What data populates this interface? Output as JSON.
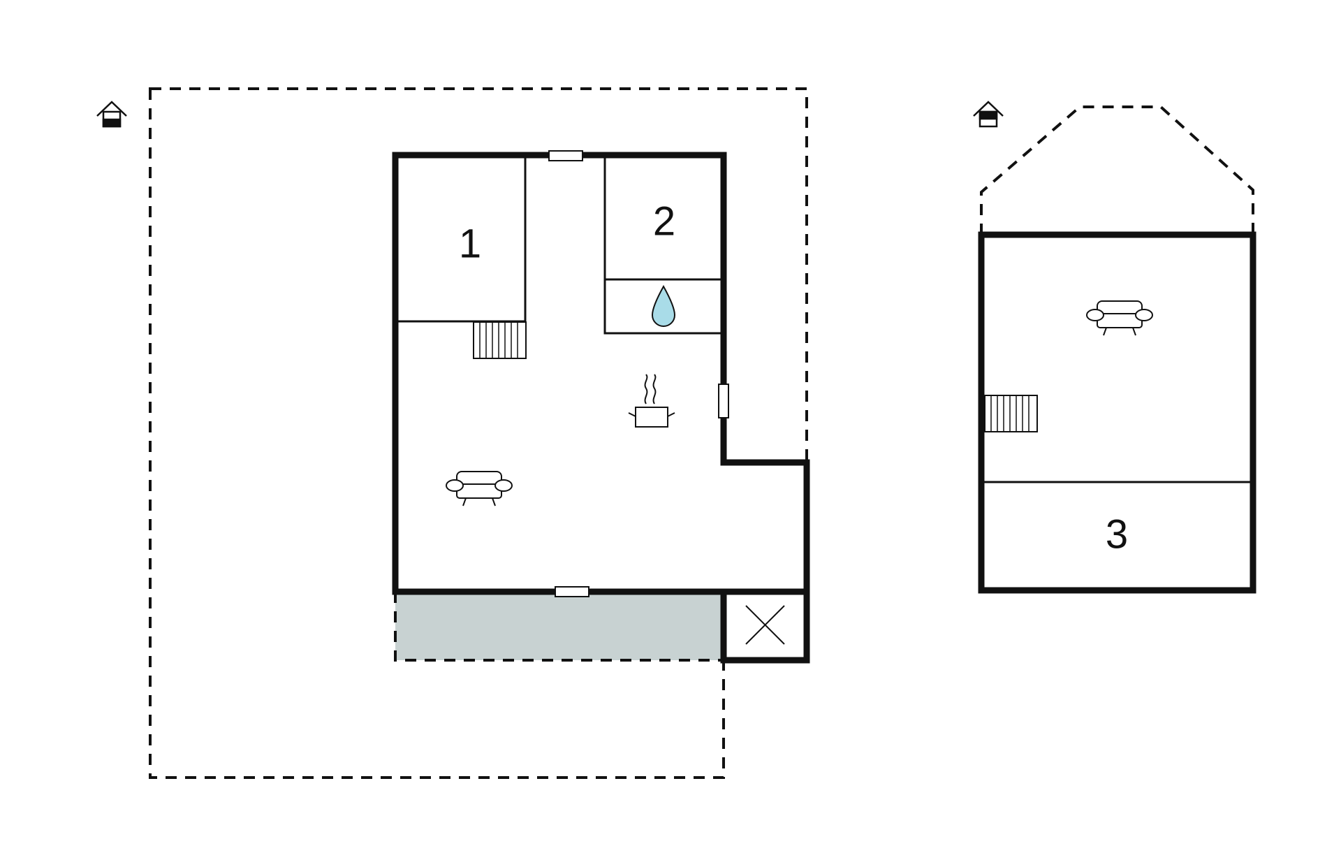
{
  "colors": {
    "wall": "#111111",
    "outdoor_area": "#e9eeee",
    "terrace": "#c8d2d2",
    "water": "#a9dce8",
    "background": "#ffffff"
  },
  "floors": [
    {
      "name": "ground-floor",
      "level_icon": "ground-floor-house-icon",
      "rooms": [
        {
          "label": "1",
          "type": "bedroom"
        },
        {
          "label": "2",
          "type": "bedroom"
        }
      ],
      "icons": [
        "water-drop-icon",
        "cooking-pot-icon",
        "sofa-icon",
        "stairs-icon",
        "storage-x-icon"
      ]
    },
    {
      "name": "upper-floor",
      "level_icon": "upper-floor-house-icon",
      "rooms": [
        {
          "label": "3",
          "type": "bedroom"
        }
      ],
      "icons": [
        "sofa-icon",
        "stairs-icon"
      ]
    }
  ]
}
